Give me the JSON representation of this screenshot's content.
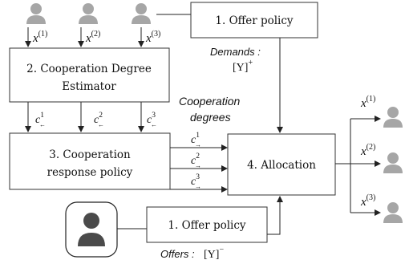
{
  "boxes": {
    "offer_policy_top": {
      "label": "1. Offer policy"
    },
    "coop_estimator": {
      "line1": "2. Cooperation Degree",
      "line2": "Estimator"
    },
    "coop_response": {
      "line1": "3. Cooperation",
      "line2": "response policy"
    },
    "allocation": {
      "label": "4. Allocation"
    },
    "offer_policy_bottom": {
      "label": "1. Offer policy"
    }
  },
  "labels": {
    "demands": "Demands :",
    "demands_math": "[Y]",
    "demands_sup": "+",
    "offers": "Offers :",
    "offers_math": "[Y]",
    "offers_sup": "−",
    "coop_degrees_line1": "Cooperation",
    "coop_degrees_line2": "degrees"
  },
  "agents_top": [
    {
      "var": "x",
      "sup": "(1)"
    },
    {
      "var": "x",
      "sup": "(2)"
    },
    {
      "var": "x",
      "sup": "(3)"
    }
  ],
  "c_left": [
    {
      "var": "c",
      "sup": "1",
      "arrow": "←"
    },
    {
      "var": "c",
      "sup": "2",
      "arrow": "←"
    },
    {
      "var": "c",
      "sup": "3",
      "arrow": "←"
    }
  ],
  "c_right": [
    {
      "var": "c",
      "sup": "1",
      "arrow": "→"
    },
    {
      "var": "c",
      "sup": "2",
      "arrow": "→"
    },
    {
      "var": "c",
      "sup": "3",
      "arrow": "→"
    }
  ],
  "outputs": [
    {
      "var": "x",
      "sup": "(1)"
    },
    {
      "var": "x",
      "sup": "(2)"
    },
    {
      "var": "x",
      "sup": "(3)"
    }
  ],
  "colors": {
    "agent": "#a6a6a6",
    "agent_dark": "#4a4a4a",
    "stroke": "#333333"
  }
}
